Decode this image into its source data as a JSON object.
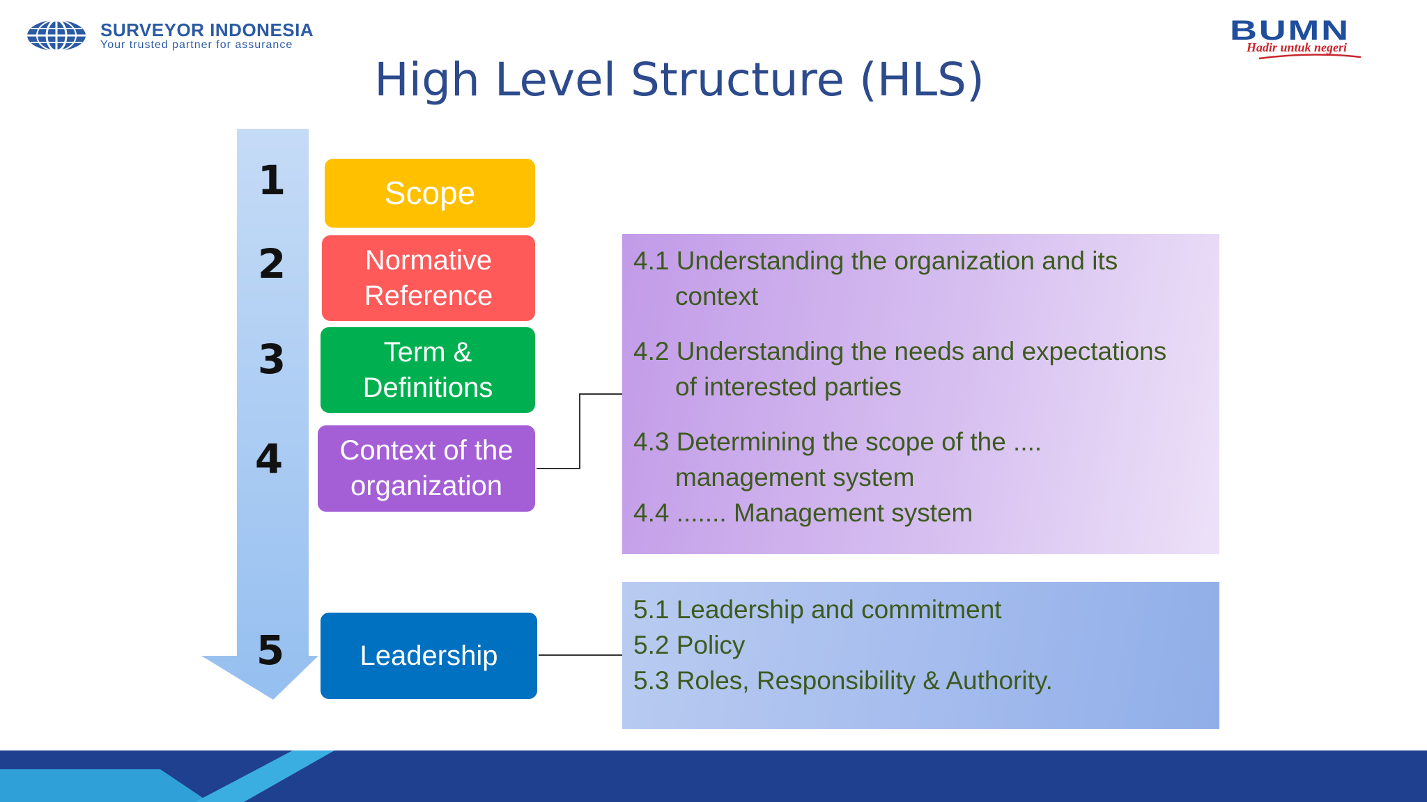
{
  "header": {
    "left_logo": {
      "name": "SURVEYOR INDONESIA",
      "tagline": "Your trusted partner for assurance"
    },
    "right_logo": {
      "name": "BUMN",
      "tagline": "Hadir untuk negeri"
    }
  },
  "title": "High Level Structure (HLS)",
  "colors": {
    "title": "#2c4a8c",
    "scope": "#ffc000",
    "normative": "#ff5a5a",
    "terms": "#00b050",
    "context": "#a45fd6",
    "leadership": "#0070c0",
    "arrow": "#a9c8f2",
    "detail_text": "#3d5a1e"
  },
  "steps": [
    {
      "number": "1",
      "label": "Scope"
    },
    {
      "number": "2",
      "label": "Normative Reference"
    },
    {
      "number": "3",
      "label": "Term & Definitions"
    },
    {
      "number": "4",
      "label": "Context of the organization"
    },
    {
      "number": "5",
      "label": "Leadership"
    }
  ],
  "context_details": [
    {
      "line1": "4.1 Understanding the organization and its",
      "line2": "context"
    },
    {
      "line1": "4.2 Understanding the needs and expectations",
      "line2": "of interested parties"
    },
    {
      "line1": "4.3 Determining the scope of the ....",
      "line2": "management system"
    },
    {
      "line1": "4.4 ....... Management system",
      "line2": ""
    }
  ],
  "leadership_details": [
    "5.1 Leadership and commitment",
    "5.2 Policy",
    "5.3 Roles, Responsibility & Authority."
  ]
}
